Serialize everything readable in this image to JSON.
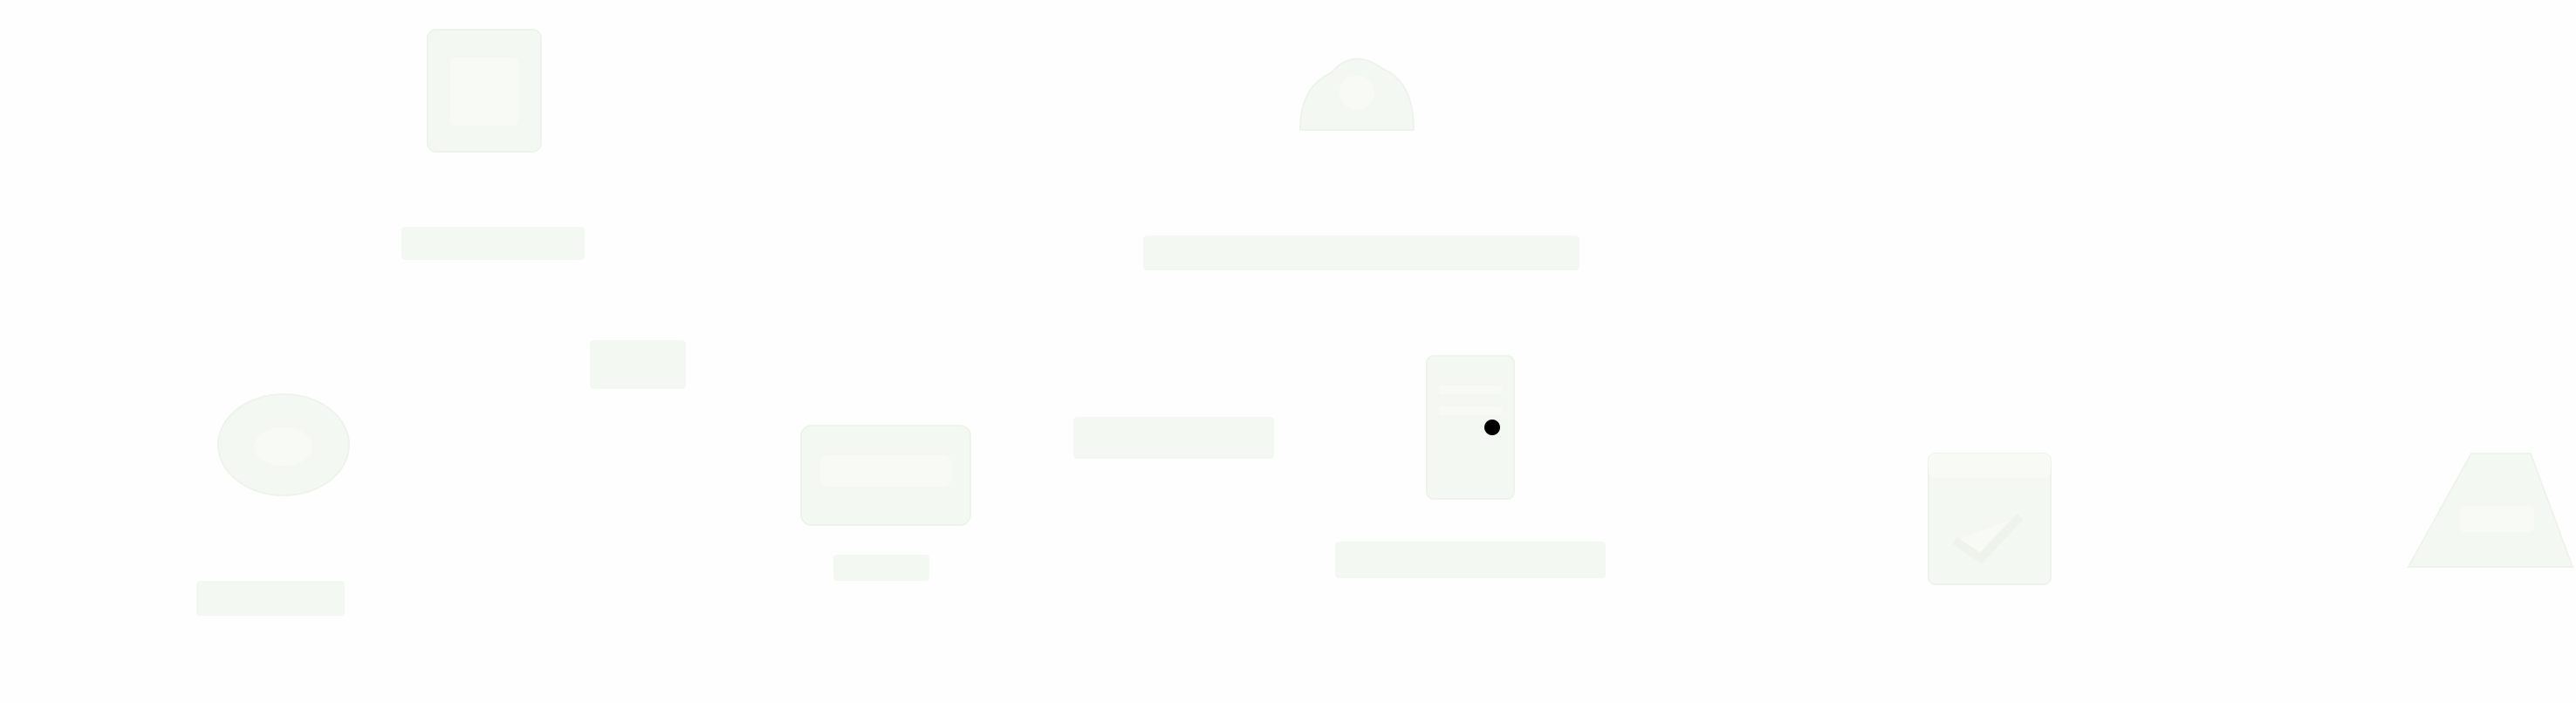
{
  "desktop": {
    "icons": [
      {
        "name": "desktop-icon-1",
        "label": ""
      },
      {
        "name": "desktop-icon-2",
        "label": ""
      },
      {
        "name": "desktop-icon-3",
        "label": ""
      },
      {
        "name": "desktop-icon-4",
        "label": ""
      },
      {
        "name": "desktop-icon-5",
        "label": ""
      },
      {
        "name": "desktop-icon-6",
        "label": ""
      },
      {
        "name": "desktop-icon-7",
        "label": ""
      },
      {
        "name": "desktop-icon-8",
        "label": ""
      }
    ]
  },
  "colors": {
    "background": "#fefefe",
    "faint_icon": "#f4f8f2",
    "cursor": "#000000"
  }
}
